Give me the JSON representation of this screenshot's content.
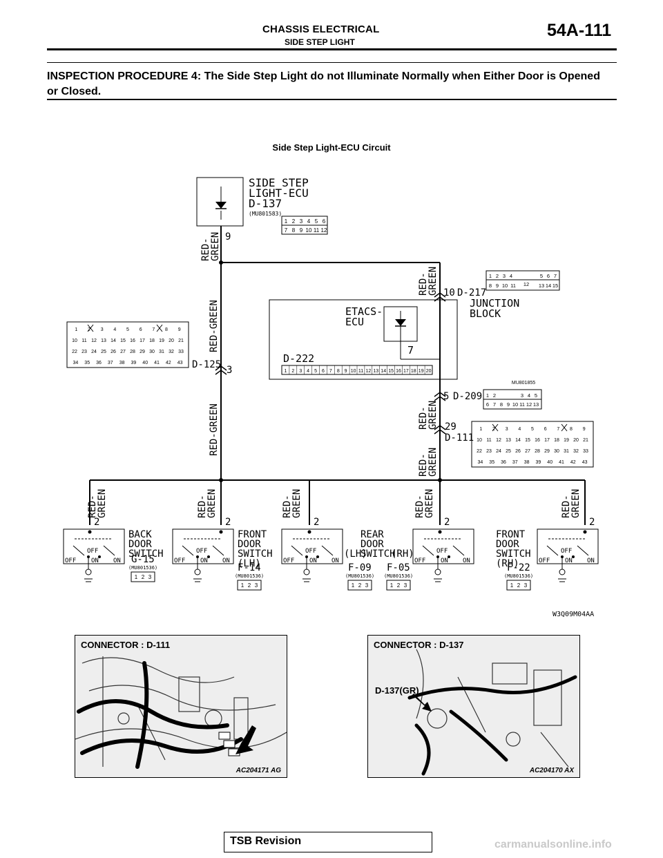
{
  "header": {
    "section": "CHASSIS ELECTRICAL",
    "subsection": "SIDE STEP LIGHT",
    "page": "54A-111"
  },
  "procedure_title": "INSPECTION PROCEDURE 4: The Side Step Light do not Illuminate Normally when Either Door is Opened or Closed.",
  "diagram": {
    "title": "Side Step Light-ECU Circuit",
    "ecu_label_1": "SIDE STEP",
    "ecu_label_2": "LIGHT-ECU",
    "ecu_connector": "D-137",
    "ecu_part": "(MU801583)",
    "ecu_pin": "9",
    "ecu_conn_pins_top": [
      "1",
      "2",
      "3",
      "4",
      "5",
      "6"
    ],
    "ecu_conn_pins_bottom": [
      "7",
      "8",
      "9",
      "10",
      "11",
      "12"
    ],
    "wire_red_green": "RED-GREEN",
    "wire_red": "RED-",
    "wire_green": "GREEN",
    "d125_label": "D-125",
    "d125_pin": "3",
    "d217_label": "D-217",
    "d217_pin": "10",
    "d217_pins_top": [
      "1",
      "2",
      "3",
      "4",
      "5",
      "6",
      "7"
    ],
    "d217_pins_bottom": [
      "8",
      "9",
      "10",
      "11",
      "12",
      "13",
      "14",
      "15"
    ],
    "junction_1": "JUNCTION",
    "junction_2": "BLOCK",
    "etacs_1": "ETACS-",
    "etacs_2": "ECU",
    "etacs_pin": "7",
    "d222_label": "D-222",
    "d222_pins": [
      "1",
      "2",
      "3",
      "4",
      "5",
      "6",
      "7",
      "8",
      "9",
      "10",
      "11",
      "12",
      "13",
      "14",
      "15",
      "16",
      "17",
      "18",
      "19",
      "20"
    ],
    "d209_label": "D-209",
    "d209_pin": "5",
    "d209_part": "MU801855",
    "d209_pins_top": [
      "1",
      "2",
      "3",
      "4",
      "5"
    ],
    "d209_pins_bottom": [
      "6",
      "7",
      "8",
      "9",
      "10",
      "11",
      "12",
      "13"
    ],
    "d111_label": "D-111",
    "d111_pin": "29",
    "big_conn_rows": [
      [
        "1",
        "2",
        "3",
        "4",
        "5",
        "6",
        "7",
        "8",
        "9"
      ],
      [
        "10",
        "11",
        "12",
        "13",
        "14",
        "15",
        "16",
        "17",
        "18",
        "19",
        "20",
        "21"
      ],
      [
        "22",
        "23",
        "24",
        "25",
        "26",
        "27",
        "28",
        "29",
        "30",
        "31",
        "32",
        "33"
      ],
      [
        "34",
        "35",
        "36",
        "37",
        "38",
        "39",
        "40",
        "41",
        "42",
        "43"
      ]
    ],
    "switch_pin": "2",
    "sw_off": "OFF",
    "sw_on": "ON",
    "switch_part": "(MU801536)",
    "switch_pins": [
      "1",
      "2",
      "3"
    ],
    "switches": [
      {
        "name1": "BACK",
        "name2": "DOOR",
        "name3": "SWITCH",
        "side": "",
        "connector": "G-15"
      },
      {
        "name1": "FRONT",
        "name2": "DOOR",
        "name3": "SWITCH",
        "side": "(LH)",
        "connector": "F-14"
      },
      {
        "name1": "REAR",
        "name2": "DOOR",
        "name3": "SWITCH",
        "side": "(LH)",
        "connector": "F-09"
      },
      {
        "name1": "",
        "name2": "",
        "name3": "",
        "side": "(RH)",
        "connector": "F-05"
      },
      {
        "name1": "FRONT",
        "name2": "DOOR",
        "name3": "SWITCH",
        "side": "(RH)",
        "connector": "F-22"
      }
    ],
    "figure_code": "W3Q09M04AA"
  },
  "photos": [
    {
      "label": "CONNECTOR : D-111",
      "code": "AC204171 AG",
      "callout": ""
    },
    {
      "label": "CONNECTOR : D-137",
      "code": "AC204170 AX",
      "callout": "D-137(GR)"
    }
  ],
  "footer": "TSB Revision",
  "watermark": "carmanualsonline.info"
}
